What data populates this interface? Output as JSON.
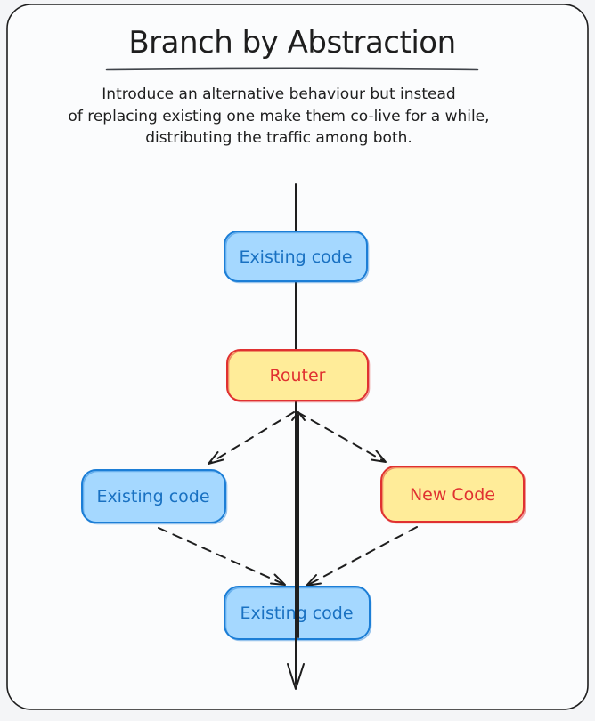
{
  "header": {
    "title": "Branch by Abstraction",
    "description_lines": [
      "Introduce an alternative behaviour but instead",
      "of replacing existing one make them co-live for a while,",
      "distributing the traffic among both."
    ]
  },
  "diagram": {
    "nodes": {
      "existing_top": {
        "label": "Existing code",
        "kind": "existing"
      },
      "router": {
        "label": "Router",
        "kind": "alternative"
      },
      "existing_left": {
        "label": "Existing code",
        "kind": "existing"
      },
      "new_code": {
        "label": "New Code",
        "kind": "alternative"
      },
      "existing_bottom": {
        "label": "Existing code",
        "kind": "existing"
      }
    },
    "edges": [
      {
        "from": "top",
        "to": "existing_bottom",
        "style": "solid",
        "arrow": "down"
      },
      {
        "from": "existing_bottom",
        "to": "router",
        "style": "solid",
        "arrow": "up"
      },
      {
        "from": "router",
        "to": "existing_left",
        "style": "dashed",
        "arrow": "end"
      },
      {
        "from": "router",
        "to": "new_code",
        "style": "dashed",
        "arrow": "end"
      },
      {
        "from": "existing_left",
        "to": "existing_bottom",
        "style": "dashed",
        "arrow": "end"
      },
      {
        "from": "new_code",
        "to": "existing_bottom",
        "style": "dashed",
        "arrow": "end"
      }
    ],
    "colors": {
      "canvas_background": "#fbfcfd",
      "page_background": "#f4f5f7",
      "frame_stroke": "#1e1e1e",
      "line": "#1e1e1e",
      "existing_fill": "#a5d8ff",
      "existing_stroke": "#1c7ed6",
      "existing_text": "#1971c2",
      "alternative_fill": "#ffec99",
      "alternative_stroke": "#e03131",
      "alternative_text": "#e03131",
      "title_text": "#1e1e1e"
    }
  }
}
